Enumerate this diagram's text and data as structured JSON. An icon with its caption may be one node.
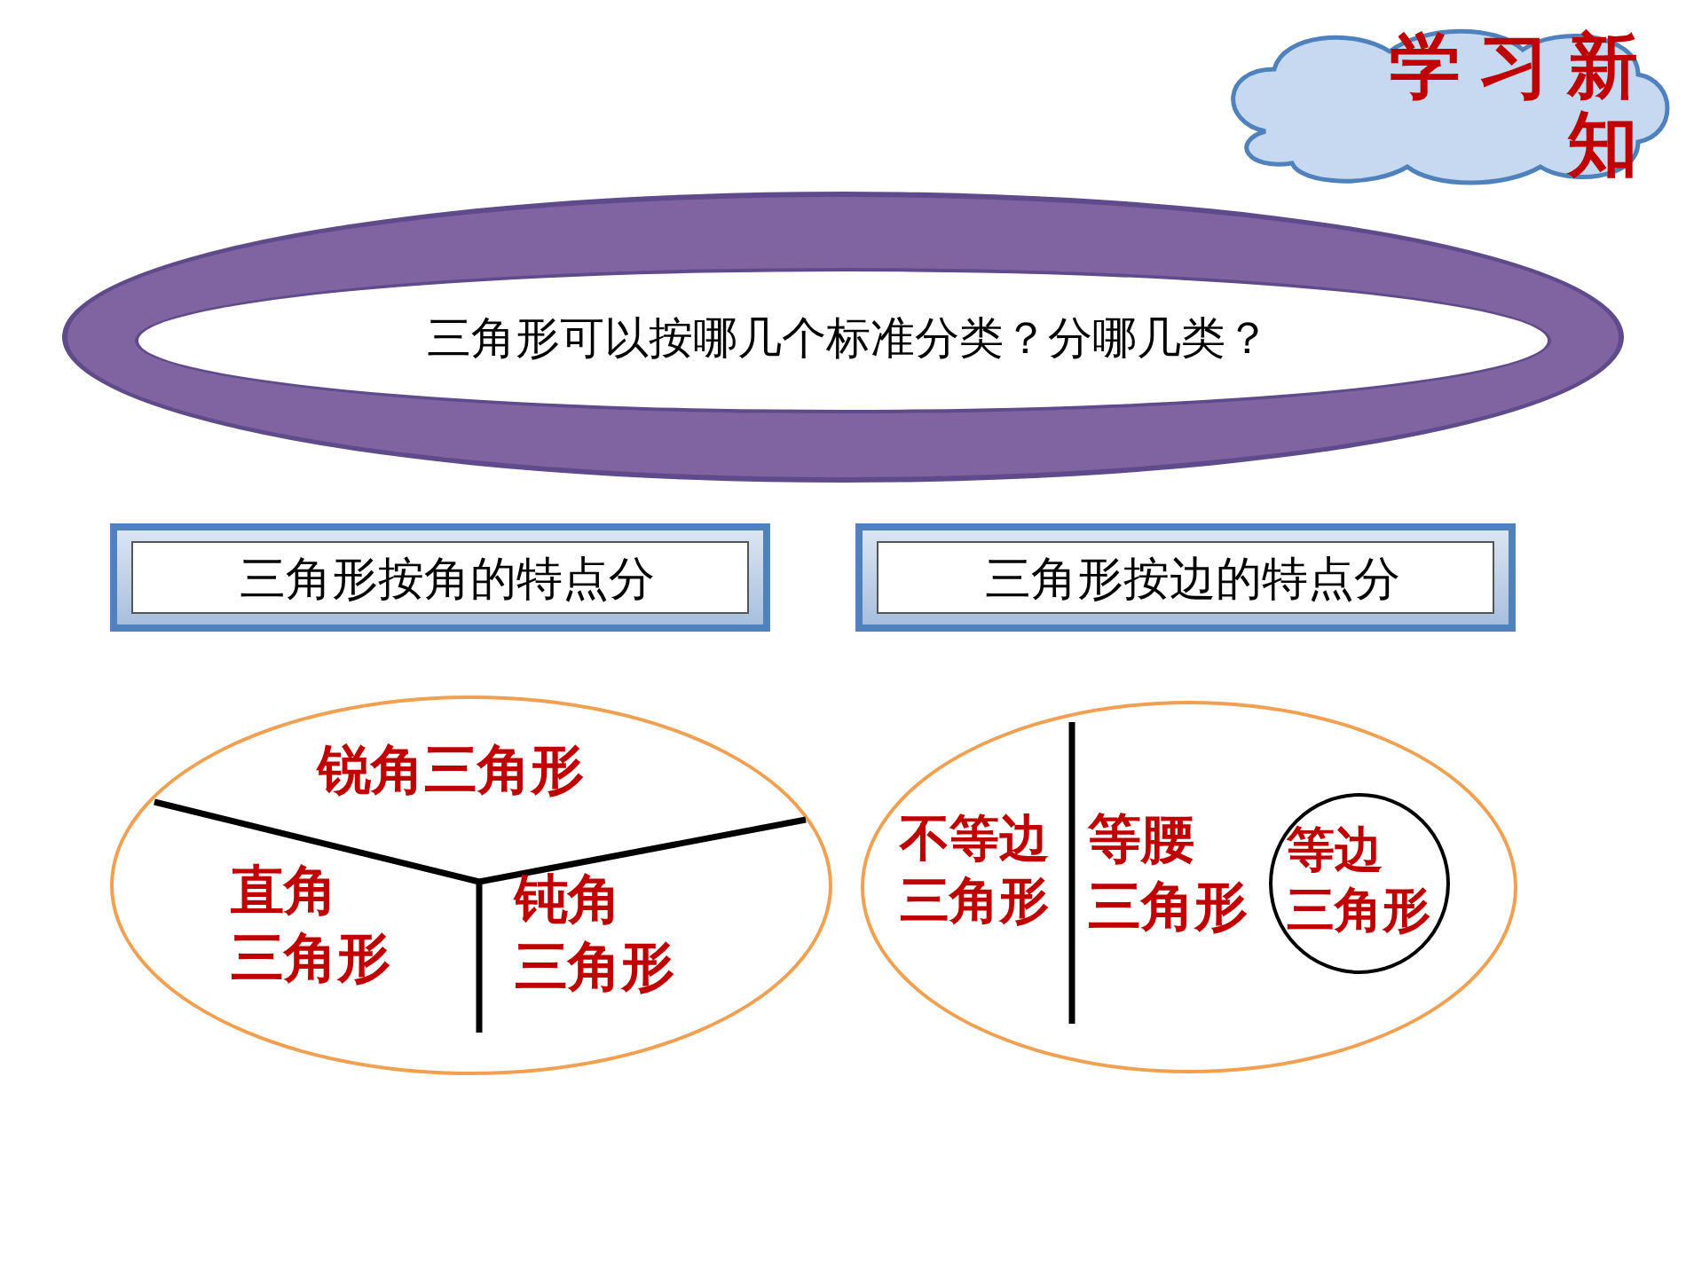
{
  "diagram": {
    "nodes": [
      {
        "text": [
          "学习新知"
        ]
      },
      {
        "text": [
          "三角形可以按哪几个标准分类？分哪几类？"
        ]
      },
      {
        "text": [
          "三角形按角的特点分"
        ]
      },
      {
        "text": [
          "三角形按边的特点分"
        ]
      },
      {
        "text": [
          "锐角三角形",
          "直角三角形",
          "钝角三角形"
        ]
      },
      {
        "text": [
          "不等边三角形",
          "等腰三角形"
        ]
      },
      {
        "text": [
          "等边三角形"
        ],
        "in": 5
      }
    ]
  }
}
